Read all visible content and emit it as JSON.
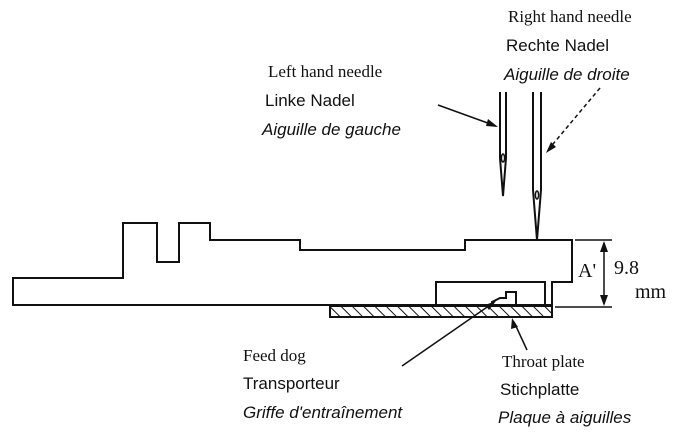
{
  "colors": {
    "ink": "#111111",
    "background": "#ffffff"
  },
  "labels": {
    "right_needle": {
      "en": "Right hand needle",
      "de": "Rechte Nadel",
      "fr": "Aiguille de droite"
    },
    "left_needle": {
      "en": "Left hand needle",
      "de": "Linke Nadel",
      "fr": "Aiguille de gauche"
    },
    "feed_dog": {
      "en": "Feed dog",
      "de": "Transporteur",
      "fr": "Griffe d'entraînement"
    },
    "throat_plate": {
      "en": "Throat plate",
      "de": "Stichplatte",
      "fr": "Plaque à aiguilles"
    }
  },
  "dimension": {
    "letter": "A'",
    "value": "9.8",
    "unit": "mm"
  }
}
